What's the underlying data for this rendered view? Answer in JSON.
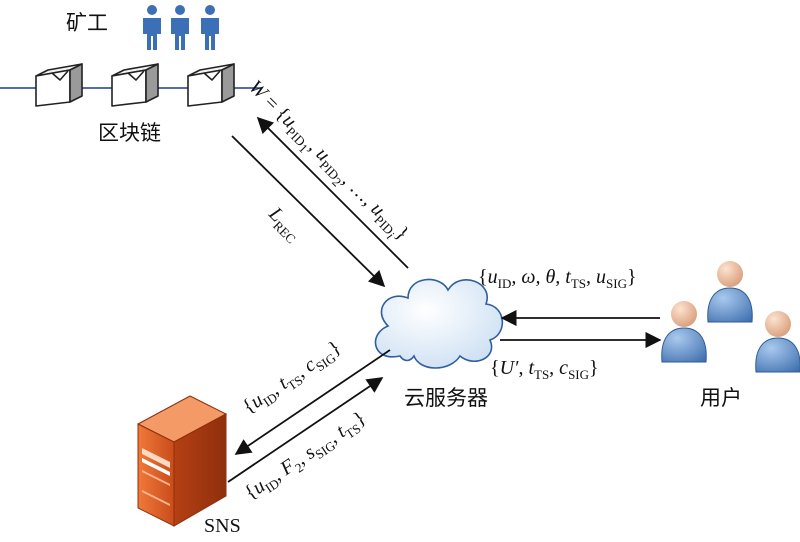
{
  "labels": {
    "miners": "矿工",
    "blockchain": "区块链",
    "cloud_server": "云服务器",
    "users": "用户",
    "sns": "SNS"
  },
  "messages": {
    "w_prefix": "W",
    "w_eq": " = {",
    "u": "u",
    "pid": "PID",
    "pid_1": "1",
    "pid_2": "2",
    "pid_i": "i",
    "comma": ", ",
    "ellipsis": "…, ",
    "close_brace": "}",
    "l_rec_main": "L",
    "l_rec_sub": "REC",
    "user_msg": {
      "open": "{",
      "u": "u",
      "id": "ID",
      "omega": ", ω, θ, ",
      "t": "t",
      "ts": "TS",
      "comma": ", ",
      "sig": "SIG",
      "close": "}"
    },
    "server_msg": {
      "open": "{",
      "U": "U′",
      "comma": ", ",
      "t": "t",
      "ts": "TS",
      "c": "c",
      "sig": "SIG",
      "close": "}"
    },
    "sns_up": {
      "open": "{",
      "u": "u",
      "id": "ID",
      "comma": ", ",
      "t": "t",
      "ts": "TS",
      "c": "c",
      "sig": "SIG",
      "close": "}"
    },
    "sns_down": {
      "open": "{",
      "u": "u",
      "id": "ID",
      "comma": ", ",
      "F": "F",
      "two": "2",
      "s": "s",
      "sig": "SIG",
      "t": "t",
      "ts": "TS",
      "close": "}"
    }
  },
  "colors": {
    "miner_blue": "#3b6fb6",
    "chain_line": "#1f3c8f",
    "cloud_fill": "#dceaf8",
    "cloud_stroke": "#2f5f9e",
    "server_orange": "#e2622b",
    "user_blue": "#5b8dc9",
    "user_face": "#f2c6a6"
  }
}
